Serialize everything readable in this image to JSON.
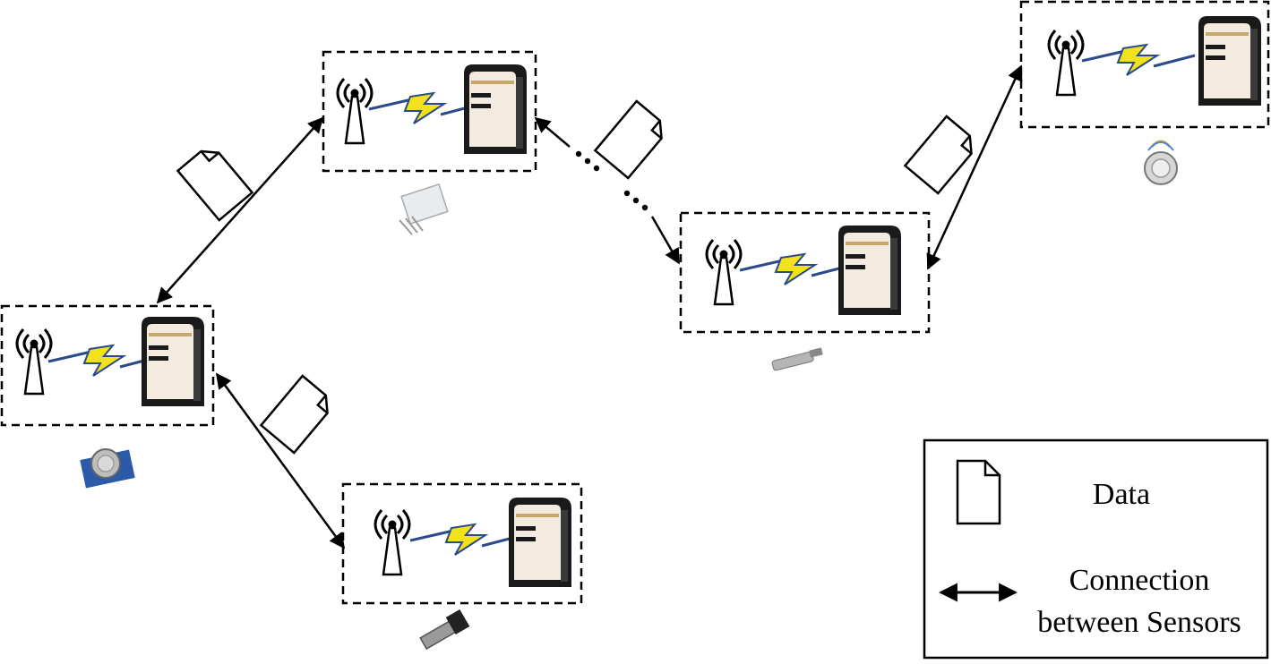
{
  "nodes": [
    {
      "id": "node-a",
      "sensor_icon": "gas-sensor-module-icon"
    },
    {
      "id": "node-b",
      "sensor_icon": "humidity-sensor-icon"
    },
    {
      "id": "node-c",
      "sensor_icon": "pressure-transmitter-icon"
    },
    {
      "id": "node-d",
      "sensor_icon": "pressure-probe-icon"
    },
    {
      "id": "node-e",
      "sensor_icon": "pressure-sensor-disc-icon"
    }
  ],
  "connections": [
    {
      "from": "node-a",
      "to": "node-b",
      "style": "solid"
    },
    {
      "from": "node-a",
      "to": "node-c",
      "style": "solid"
    },
    {
      "from": "node-b",
      "to": "node-d",
      "style": "dotted-gap"
    },
    {
      "from": "node-d",
      "to": "node-e",
      "style": "solid"
    }
  ],
  "legend": {
    "data_label": "Data",
    "connection_label_line1": "Connection",
    "connection_label_line2": "between Sensors"
  },
  "colors": {
    "node_border": "#000000",
    "lightning_fill": "#f2e21b",
    "lightning_stroke": "#2a4a8a",
    "link_line": "#2a4a8a",
    "server_body": "#f3ebdf",
    "server_frame": "#1a1a1a",
    "server_accent": "#c8a86a"
  }
}
